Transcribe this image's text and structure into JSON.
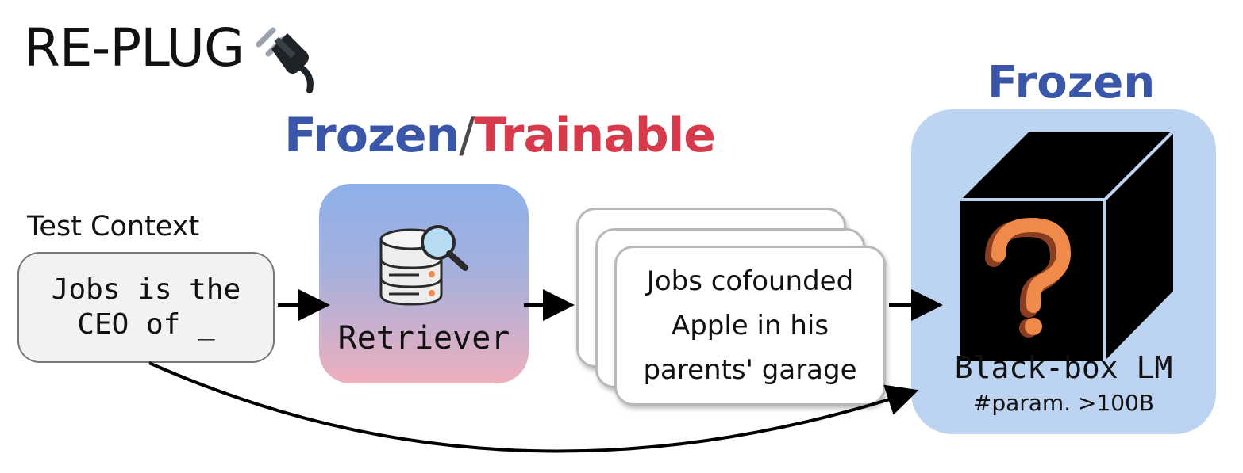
{
  "title": "RE-PLUG",
  "label_left": {
    "frozen": "Frozen",
    "slash": "/",
    "trainable": "Trainable"
  },
  "label_right": "Frozen",
  "test_context": {
    "caption": "Test Context",
    "text": "Jobs is the\nCEO of _"
  },
  "retriever": {
    "label": "Retriever"
  },
  "document": {
    "text": "Jobs cofounded\nApple in his\nparents' garage"
  },
  "black_box": {
    "label": "Black-box LM",
    "params": "#param. >100B"
  },
  "colors": {
    "frozen": "#3a56a8",
    "trainable": "#d73a4a",
    "lm_panel": "#bdd3f2",
    "question_mark": "#f08a4b"
  },
  "icons": {
    "title_icon": "plug-icon",
    "retriever_icon": "database-search-icon",
    "lm_icon": "black-box-cube-icon"
  }
}
